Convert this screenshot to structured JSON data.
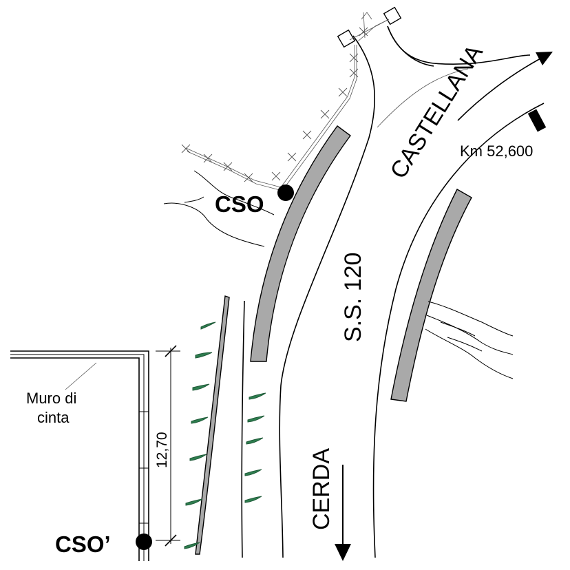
{
  "labels": {
    "road_name": "S.S. 120",
    "direction_north": "CASTELLANA",
    "direction_south": "CERDA",
    "km_marker": "Km 52,600",
    "station_1": "CSO",
    "station_2": "CSO’",
    "wall_line1": "Muro di",
    "wall_line2": "cinta",
    "dimension": "12,70"
  },
  "colors": {
    "barrier_fill": "#a9a9a9",
    "tree_green": "#2e7d4f",
    "ink": "#000000"
  },
  "icons": {
    "station_marker": "filled-circle",
    "direction_arrow": "arrow",
    "tree_symbol": "tree-icon"
  }
}
